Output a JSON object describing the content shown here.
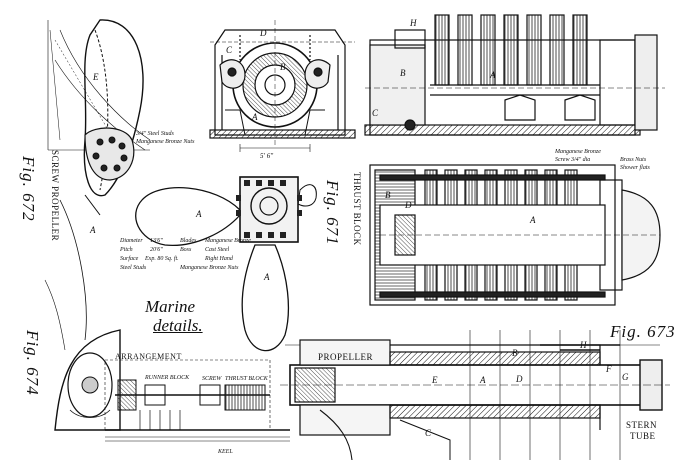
{
  "figures": {
    "fig671": "Fig. 671",
    "fig672": "Fig. 672",
    "fig673": "Fig. 673",
    "fig674": "Fig. 674"
  },
  "titles": {
    "marine_line1": "Marine",
    "marine_line2": "details.",
    "screw_propeller": "SCREW PROPELLER",
    "thrust_block": "THRUST BLOCK",
    "arrangement": "ARRANGEMENT",
    "propeller": "PROPELLER",
    "stern_tube_1": "STERN",
    "stern_tube_2": "TUBE",
    "runner_block": "RUNNER BLOCK",
    "screw": "SCREW",
    "thrust_block_small": "THRUST BLOCK",
    "keel": "KEEL"
  },
  "notes": {
    "steel_studs_1": "3/4\" Steel Studs",
    "steel_studs_2": "Manganese Bronze Nuts",
    "manganese_bronze": "Manganese Bronze",
    "screw_dia": "Screw 3/4\" dia",
    "brass_nuts": "Brass Nuts",
    "shower_flats": "Shower flats"
  },
  "specs": [
    {
      "label": "Diameter",
      "value": "13'6\"",
      "material_label": "Blades",
      "material": "Manganese Bronze"
    },
    {
      "label": "Pitch",
      "value": "20'6\"",
      "material_label": "Boss",
      "material": "Cast Steel"
    },
    {
      "label": "Surface",
      "value": "Exp. 80 Sq. ft.",
      "material_label": "",
      "material": "Right Hand"
    },
    {
      "label": "Steel Studs",
      "value": "",
      "material_label": "",
      "material": "Manganese Bronze Nuts"
    }
  ],
  "dimension": "5' 6\"",
  "letters": {
    "A": "A",
    "B": "B",
    "C": "C",
    "D": "D",
    "E": "E",
    "F": "F",
    "G": "G",
    "H": "H"
  }
}
